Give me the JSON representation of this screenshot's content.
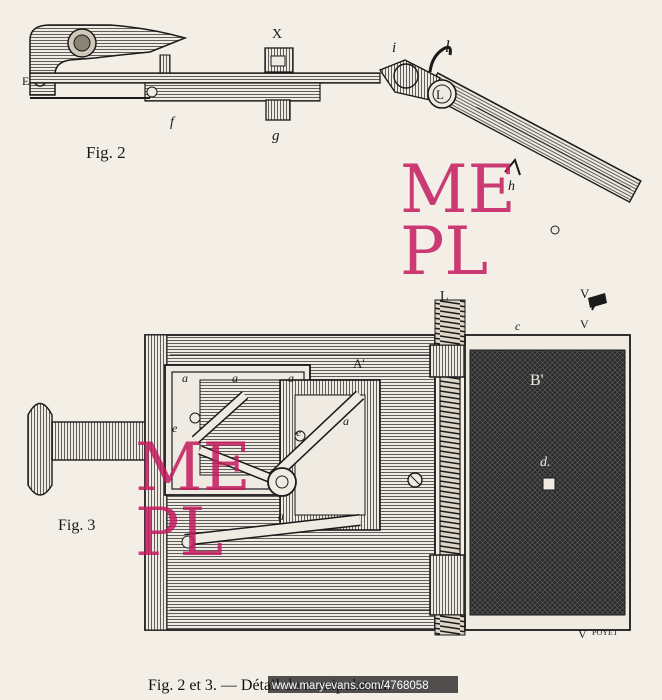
{
  "figure_labels": {
    "fig2": "Fig. 2",
    "fig3": "Fig. 3"
  },
  "part_labels": {
    "E": "E",
    "X": "X",
    "i": "i",
    "l": "l",
    "L_circle": "L",
    "f": "f",
    "g": "g",
    "h": "h",
    "V1": "V",
    "L_top": "L",
    "c": "c",
    "V2": "V",
    "A_prime": "A'",
    "B_prime": "B'",
    "d": "d.",
    "a1": "a",
    "a2": "a",
    "a3": "a",
    "a4": "a",
    "e1": "e",
    "e2": "e",
    "a5": "a",
    "V3": "V"
  },
  "engraver_signature": "POYET",
  "caption": "Fig. 2 et 3. — Détail du manipulateur.",
  "watermark": {
    "line1": "ME",
    "line2": "PL",
    "color": "#c41a5e"
  },
  "credit": "www.maryevans.com/4768058"
}
